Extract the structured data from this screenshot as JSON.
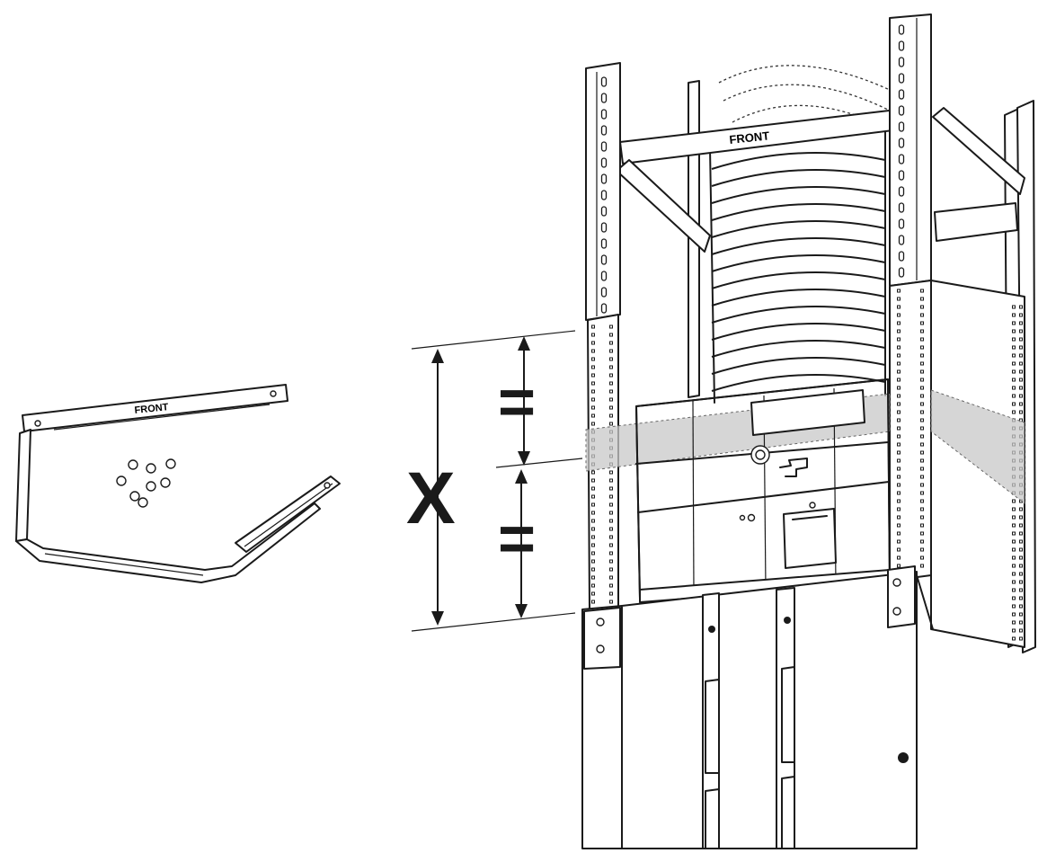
{
  "diagram": {
    "bracket_label": "FRONT",
    "top_bar_label": "FRONT",
    "dimension_label": "X",
    "equal_mark_upper": "=",
    "equal_mark_lower": "="
  },
  "colors": {
    "line": "#1a1a1a",
    "shaded_band": "#c8c8c8",
    "background": "#ffffff"
  }
}
